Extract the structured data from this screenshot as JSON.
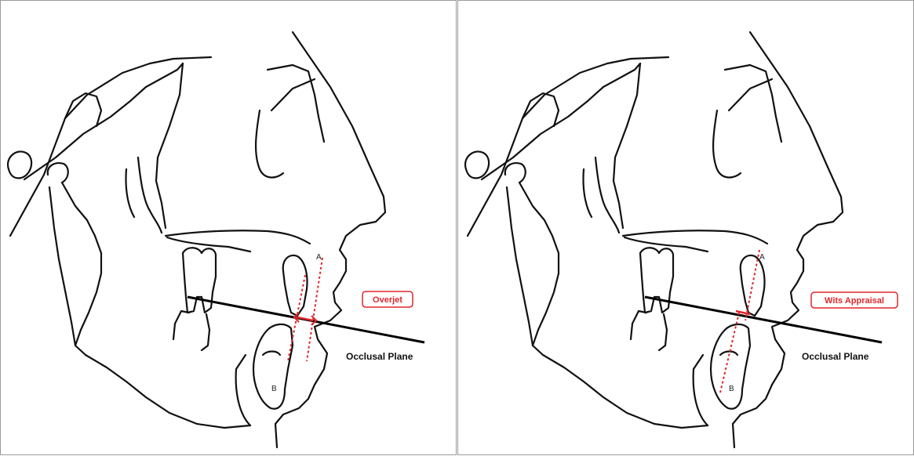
{
  "panels": [
    {
      "landmark_a": "A",
      "landmark_b": "B",
      "plane_label": "Occlusal Plane",
      "measure_label": "Overjet"
    },
    {
      "landmark_a": "A",
      "landmark_b": "B",
      "plane_label": "Occlusal Plane",
      "measure_label": "Wits Appraisal"
    }
  ],
  "colors": {
    "outline": "#111111",
    "plane_line": "#000000",
    "measurement": "#e0262a",
    "panel_border": "#9a9a9a"
  },
  "icons": {
    "figure": "cephalometric-skull-profile-tracing"
  }
}
